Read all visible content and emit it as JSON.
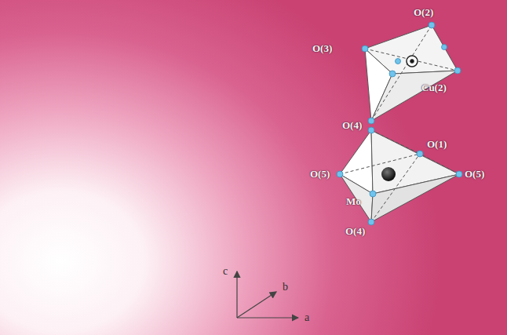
{
  "diagram": {
    "labels": [
      "O(2)",
      "O(3)",
      "Cu(2)",
      "O(4)",
      "O(1)",
      "O(5)",
      "O(5)",
      "Mo",
      "O(4)",
      "c",
      "b",
      "a"
    ]
  }
}
